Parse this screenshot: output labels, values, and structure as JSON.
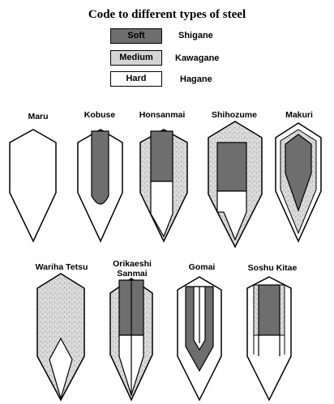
{
  "title": "Code to different types of steel",
  "legend": [
    {
      "box_label": "Soft",
      "term": "Shigane",
      "color": "#6e6e6e"
    },
    {
      "box_label": "Medium",
      "term": "Kawagane",
      "color": "#d4d4d4"
    },
    {
      "box_label": "Hard",
      "term": "Hagane",
      "color": "#ffffff"
    }
  ],
  "blades": [
    {
      "name": "Maru"
    },
    {
      "name": "Kobuse"
    },
    {
      "name": "Honsanmai"
    },
    {
      "name": "Shihozume"
    },
    {
      "name": "Makuri"
    },
    {
      "name": "Wariha Tetsu"
    },
    {
      "name_line1": "Orikaeshi",
      "name_line2": "Sanmai"
    },
    {
      "name": "Gomai"
    },
    {
      "name": "Soshu Kitae"
    }
  ]
}
